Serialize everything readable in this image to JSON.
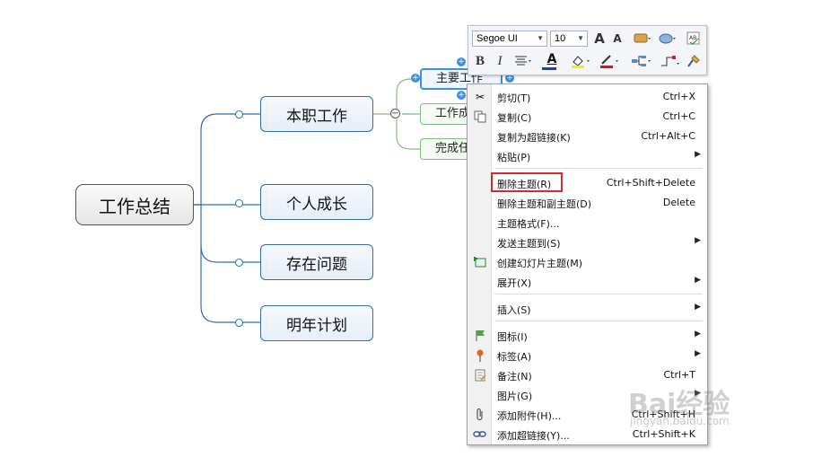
{
  "mindmap": {
    "central": "工作总结",
    "main_topics": [
      "本职工作",
      "个人成长",
      "存在问题",
      "明年计划"
    ],
    "sub_topics": [
      "主要工作",
      "工作成",
      "完成任"
    ]
  },
  "toolbar": {
    "font_name": "Segoe UI",
    "font_size": "10",
    "bold": "B",
    "italic": "I",
    "font_color_letter": "A"
  },
  "context_menu": {
    "items": [
      {
        "label": "剪切(T)",
        "shortcut": "Ctrl+X",
        "icon": "scissors-icon"
      },
      {
        "label": "复制(C)",
        "shortcut": "Ctrl+C",
        "icon": "copy-icon"
      },
      {
        "label": "复制为超链接(K)",
        "shortcut": "Ctrl+Alt+C"
      },
      {
        "label": "粘贴(P)",
        "shortcut": "",
        "submenu": true
      },
      {
        "label": "删除主题(R)",
        "shortcut": "Ctrl+Shift+Delete"
      },
      {
        "label": "删除主题和副主题(D)",
        "shortcut": "Delete"
      },
      {
        "label": "主题格式(F)...",
        "shortcut": ""
      },
      {
        "label": "发送主题到(S)",
        "shortcut": "",
        "submenu": true
      },
      {
        "label": "创建幻灯片主题(M)",
        "shortcut": "",
        "icon": "slide-icon"
      },
      {
        "label": "展开(X)",
        "shortcut": "",
        "submenu": true
      },
      {
        "label": "插入(S)",
        "shortcut": "",
        "submenu": true
      },
      {
        "label": "图标(I)",
        "shortcut": "",
        "submenu": true,
        "icon": "flag-icon"
      },
      {
        "label": "标签(A)",
        "shortcut": "",
        "submenu": true,
        "icon": "pushpin-icon"
      },
      {
        "label": "备注(N)",
        "shortcut": "Ctrl+T",
        "icon": "note-icon"
      },
      {
        "label": "图片(G)",
        "shortcut": "",
        "submenu": true
      },
      {
        "label": "添加附件(H)...",
        "shortcut": "Ctrl+Shift+H",
        "icon": "paperclip-icon"
      },
      {
        "label": "添加超链接(Y)...",
        "shortcut": "Ctrl+Shift+K",
        "icon": "link-icon"
      }
    ]
  },
  "watermark": {
    "text": "Bai经验",
    "sub": "jingyan.baidu.com"
  },
  "colors": {
    "accent": "#2f6ea8",
    "highlight_box": "#e0262b"
  }
}
